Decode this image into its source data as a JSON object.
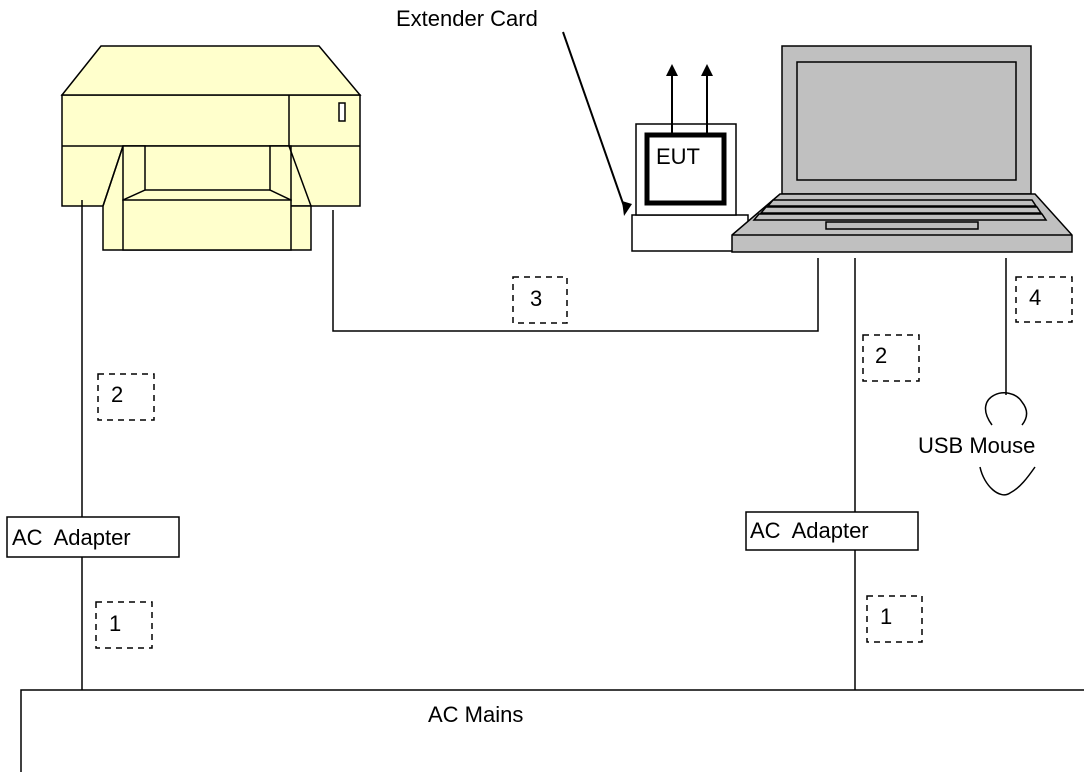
{
  "labels": {
    "extender_card": "Extender Card",
    "eut": "EUT",
    "usb_mouse": "USB Mouse",
    "ac_adapter_left": "AC  Adapter",
    "ac_adapter_right": "AC  Adapter",
    "ac_mains": "AC Mains"
  },
  "cables": {
    "c1_left": "1",
    "c2_left": "2",
    "c3": "3",
    "c2_right": "2",
    "c1_right": "1",
    "c4": "4"
  },
  "colors": {
    "printer_fill": "#ffffcc",
    "laptop_fill": "#c0c0c0",
    "line": "#000000"
  }
}
